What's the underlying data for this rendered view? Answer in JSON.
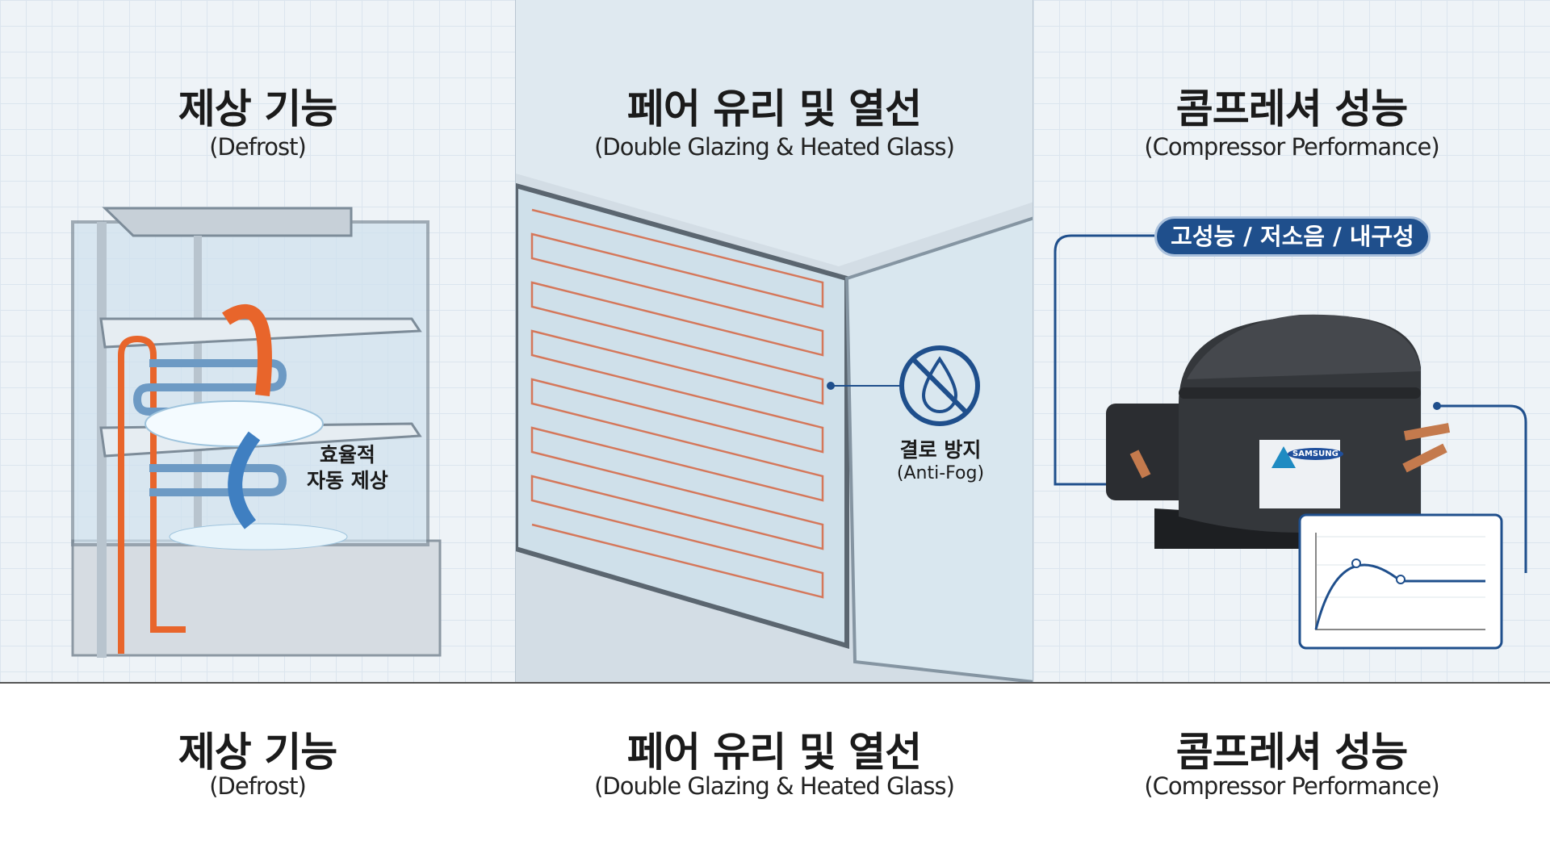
{
  "panels": [
    {
      "title": "제상 기능",
      "subtitle": "(Defrost)",
      "callout": [
        "효율적",
        "자동 제상"
      ]
    },
    {
      "title": "페어 유리 및 열선",
      "subtitle": "(Double Glazing & Heated Glass)",
      "callout_ko": "결로 방지",
      "callout_en": "(Anti-Fog)"
    },
    {
      "title": "콤프레셔 성능",
      "subtitle": "(Compressor Performance)",
      "badge": "고성능 / 저소음 / 내구성",
      "brand": "SAMSUNG"
    }
  ],
  "colors": {
    "accent": "#1f4f8c",
    "heater": "#e8652b"
  }
}
